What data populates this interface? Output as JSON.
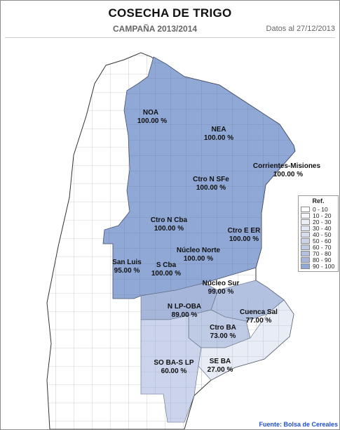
{
  "header": {
    "title": "COSECHA DE  TRIGO",
    "campaign": "CAMPAÑA 2013/2014",
    "date": "Datos al 27/12/2013"
  },
  "source": "Fuente: Bolsa de Cereales",
  "legend": {
    "title": "Ref.",
    "items": [
      {
        "label": "0 - 10",
        "color": "#ffffff"
      },
      {
        "label": "10 - 20",
        "color": "#f6f7fb"
      },
      {
        "label": "20 - 30",
        "color": "#eceff7"
      },
      {
        "label": "30 - 40",
        "color": "#e1e6f3"
      },
      {
        "label": "40 - 50",
        "color": "#d6ddee"
      },
      {
        "label": "50 - 60",
        "color": "#cbd4ea"
      },
      {
        "label": "60 - 70",
        "color": "#bfcae5"
      },
      {
        "label": "70 - 80",
        "color": "#b3c1e0"
      },
      {
        "label": "80 - 90",
        "color": "#a6b6da"
      },
      {
        "label": "90 - 100",
        "color": "#90a8d6"
      }
    ]
  },
  "regions": [
    {
      "name": "NOA",
      "value": "100.00 %",
      "pct": 100
    },
    {
      "name": "NEA",
      "value": "100.00 %",
      "pct": 100
    },
    {
      "name": "Corrientes-Misiones",
      "value": "100.00 %",
      "pct": 100
    },
    {
      "name": "Ctro N SFe",
      "value": "100.00 %",
      "pct": 100
    },
    {
      "name": "Ctro N Cba",
      "value": "100.00 %",
      "pct": 100
    },
    {
      "name": "Ctro E ER",
      "value": "100.00 %",
      "pct": 100
    },
    {
      "name": "Núcleo Norte",
      "value": "100.00 %",
      "pct": 100
    },
    {
      "name": "San Luis",
      "value": "95.00 %",
      "pct": 95
    },
    {
      "name": "S Cba",
      "value": "100.00 %",
      "pct": 100
    },
    {
      "name": "Núcleo Sur",
      "value": "99.00 %",
      "pct": 99
    },
    {
      "name": "N LP-OBA",
      "value": "89.00 %",
      "pct": 89
    },
    {
      "name": "Cuenca Sal",
      "value": "77.00 %",
      "pct": 77
    },
    {
      "name": "Ctro BA",
      "value": "73.00 %",
      "pct": 73
    },
    {
      "name": "SO BA-S LP",
      "value": "60.00 %",
      "pct": 60
    },
    {
      "name": "SE BA",
      "value": "27.00 %",
      "pct": 27
    }
  ]
}
